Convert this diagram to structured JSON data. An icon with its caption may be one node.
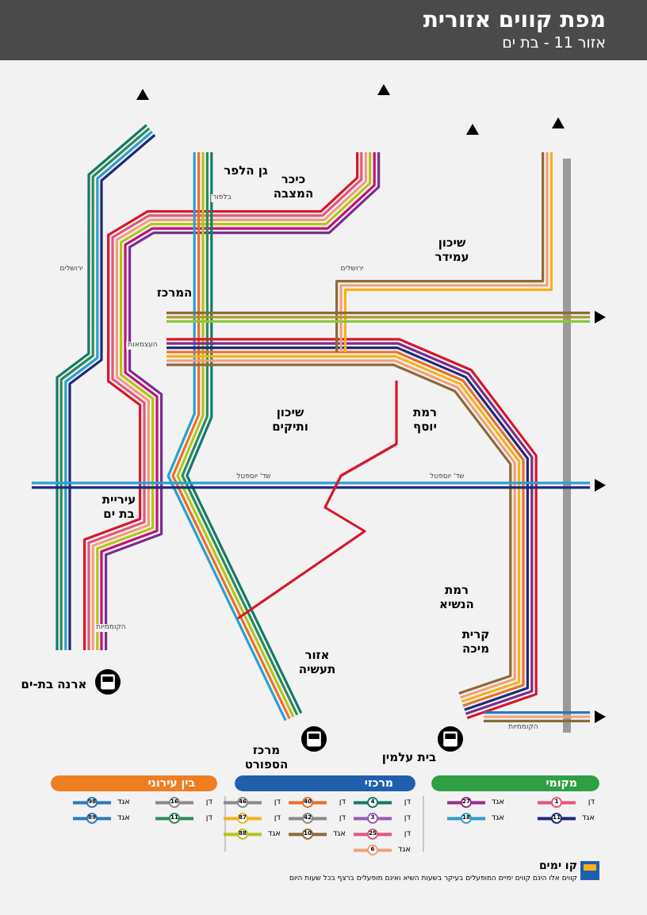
{
  "diagram": {
    "title": "מפת קווים אזורית",
    "nodes": [
      {
        "text": [
          "ארנה בת-ים"
        ]
      },
      {
        "text": [
          "מרכז הספורט"
        ]
      },
      {
        "text": [
          "בית עלמין"
        ]
      },
      {
        "text": [
          "בין עירוני"
        ]
      },
      {
        "text": [
          "מרכזי"
        ]
      },
      {
        "text": [
          "מקומי"
        ]
      }
    ],
    "labels": [
      "אזור 11 - בת ים",
      "גן הלפר",
      "כיכר המצבה",
      "שיכון עמידר",
      "המרכז",
      "שיכון ותיקים",
      "רמת יוסף",
      "עיריית בת ים",
      "רמת הנשיא",
      "אזור תעשיה",
      "קרית מיכה",
      "ירושלים",
      "ירושלים",
      "העצמאות",
      "שד' יוספטל",
      "שד' יוספטל",
      "הקוממיות",
      "הקוממיות",
      "בלפור",
      "1",
      "11",
      "27",
      "18",
      "4",
      "3",
      "25",
      "6",
      "40",
      "42",
      "10",
      "46",
      "87",
      "88",
      "16",
      "11",
      "98",
      "89",
      "קו ימים",
      "קווים אלו הינם קווים ימיים המופעלים בעיקר בשעות השיא ואינם מופעלים ברצף בכל שעות היום"
    ],
    "legend": [
      {
        "text": "דן",
        "color": "#e0577f"
      },
      {
        "text": "אגד",
        "color": "#1f2a7a"
      },
      {
        "text": "אגד",
        "color": "#9b2a8e"
      },
      {
        "text": "אגד",
        "color": "#2b9fd0"
      },
      {
        "text": "דן",
        "color": "#137a6a"
      },
      {
        "text": "דן",
        "color": "#9b59b6"
      },
      {
        "text": "דן",
        "color": "#e0577f"
      },
      {
        "text": "אגד",
        "color": "#f0a07a"
      },
      {
        "text": "דן",
        "color": "#e8702a"
      },
      {
        "text": "דן",
        "color": "#8a8a8a"
      },
      {
        "text": "אגד",
        "color": "#8b6a3a"
      },
      {
        "text": "דן",
        "color": "#8a8a8a"
      },
      {
        "text": "דן",
        "color": "#f6b21b"
      },
      {
        "text": "אגד",
        "color": "#b5c31a"
      },
      {
        "text": "דן",
        "color": "#8a8a8a"
      },
      {
        "text": "דן",
        "color": "#2e8b57"
      },
      {
        "text": "אגד",
        "color": "#2b78c0"
      },
      {
        "text": "אגד",
        "color": "#2b78c0"
      }
    ]
  }
}
